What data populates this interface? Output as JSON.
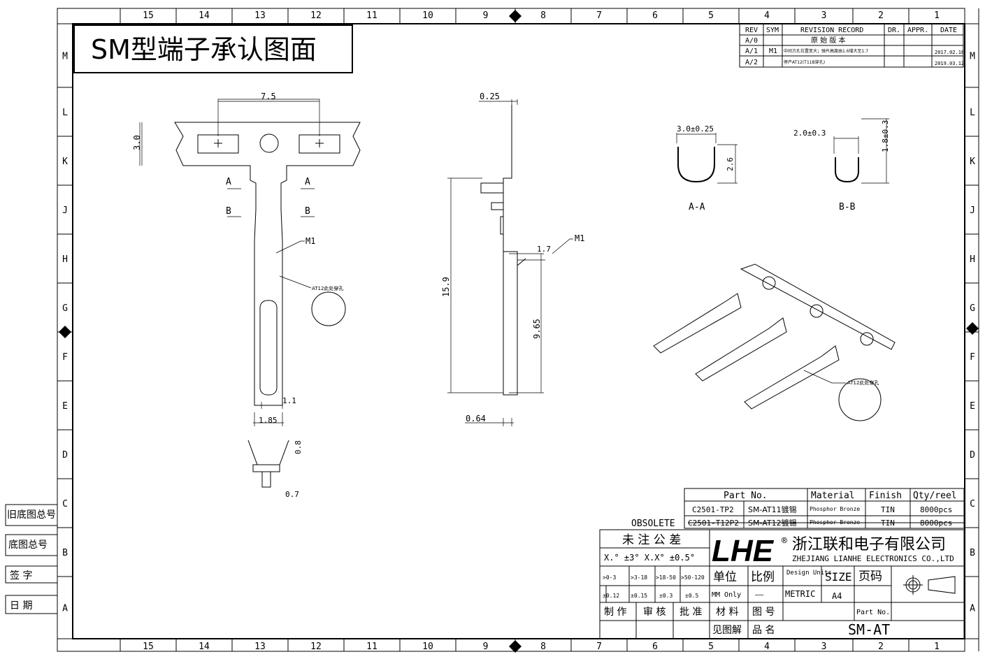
{
  "title": "SM型端子承认图面",
  "ruler": {
    "columns": [
      "15",
      "14",
      "13",
      "12",
      "11",
      "10",
      "9",
      "8",
      "7",
      "6",
      "5",
      "4",
      "3",
      "2",
      "1"
    ],
    "rows": [
      "M",
      "L",
      "K",
      "J",
      "H",
      "G",
      "F",
      "E",
      "D",
      "C",
      "B",
      "A"
    ]
  },
  "side_labels": [
    "旧底图总号",
    "底图总号",
    "签 字",
    "日 期"
  ],
  "revision": {
    "headers": [
      "REV",
      "SYM",
      "REVISION RECORD",
      "DR.",
      "APPR.",
      "DATE"
    ],
    "rows": [
      {
        "rev": "A/0",
        "sym": "",
        "record": "原 始 版 本",
        "dr": "",
        "appr": "",
        "date": ""
      },
      {
        "rev": "A/1",
        "sym": "M1",
        "record": "中间方孔位置变大；弹片高度由1.6增大至1.7",
        "dr": "",
        "appr": "",
        "date": "2017.02.18"
      },
      {
        "rev": "A/2",
        "sym": "",
        "record": "停产AT12(T11B穿孔)",
        "dr": "",
        "appr": "",
        "date": "2019.03.12"
      }
    ]
  },
  "dimensions": {
    "front": {
      "width_top": "7.5",
      "height_top": "3.0",
      "sec_a": "A",
      "sec_b": "B",
      "mark": "M1",
      "note": "AT12此处穿孔",
      "d1": "1.1",
      "d2": "1.85",
      "d3": "0.8",
      "d4": "0.7"
    },
    "side": {
      "t": "0.25",
      "len": "15.9",
      "len2": "9.65",
      "h": "1.7",
      "mark": "M1",
      "base": "0.64"
    },
    "sections": {
      "aa_w": "3.0±0.25",
      "aa_h": "2.6",
      "aa_label": "A-A",
      "bb_w": "2.0±0.3",
      "bb_h": "1.8±0.3",
      "bb_label": "B-B"
    },
    "iso_note": "AT12此处穿孔"
  },
  "parts": {
    "headers": [
      "Part No.",
      "Material",
      "Finish",
      "Qty/reel"
    ],
    "obsolete_label": "OBSOLETE",
    "rows": [
      {
        "code": "C2501-TP2",
        "name": "SM-AT11镀锡",
        "material": "Phosphor Bronze",
        "finish": "TIN",
        "qty": "8000pcs"
      },
      {
        "code": "C2501-T12P2",
        "name": "SM-AT12镀锡",
        "material": "Phosphor Bronze",
        "finish": "TIN",
        "qty": "8000pcs"
      }
    ]
  },
  "title_block": {
    "tol_title": "未 注 公 差",
    "tol_angle": "X.° ±3°  X.X° ±0.5°",
    "ranges": [
      ">0-3",
      ">3-18",
      ">18-50",
      ">50-120"
    ],
    "tols": [
      "±0.12",
      "±0.15",
      "±0.3",
      "±0.5"
    ],
    "logo": "LHE",
    "reg": "®",
    "company_cn": "浙江联和电子有限公司",
    "company_en": "ZHEJIANG LIANHE ELECTRONICS CO.,LTD",
    "unit_label": "单位",
    "unit_value": "MM Only",
    "scale_label": "比例",
    "scale_value": "——",
    "design_units_label": "Design Units",
    "design_units_value": "METRIC",
    "size_label": "SIZE",
    "size_value": "A4",
    "page_label": "页码",
    "make": "制 作",
    "review": "审 核",
    "approve": "批 准",
    "material_label": "材 料",
    "material_value": "见图解",
    "drawing_no_label": "图 号",
    "product_name_label": "品 名",
    "part_no_label": "Part No.",
    "product_name": "SM-AT"
  }
}
